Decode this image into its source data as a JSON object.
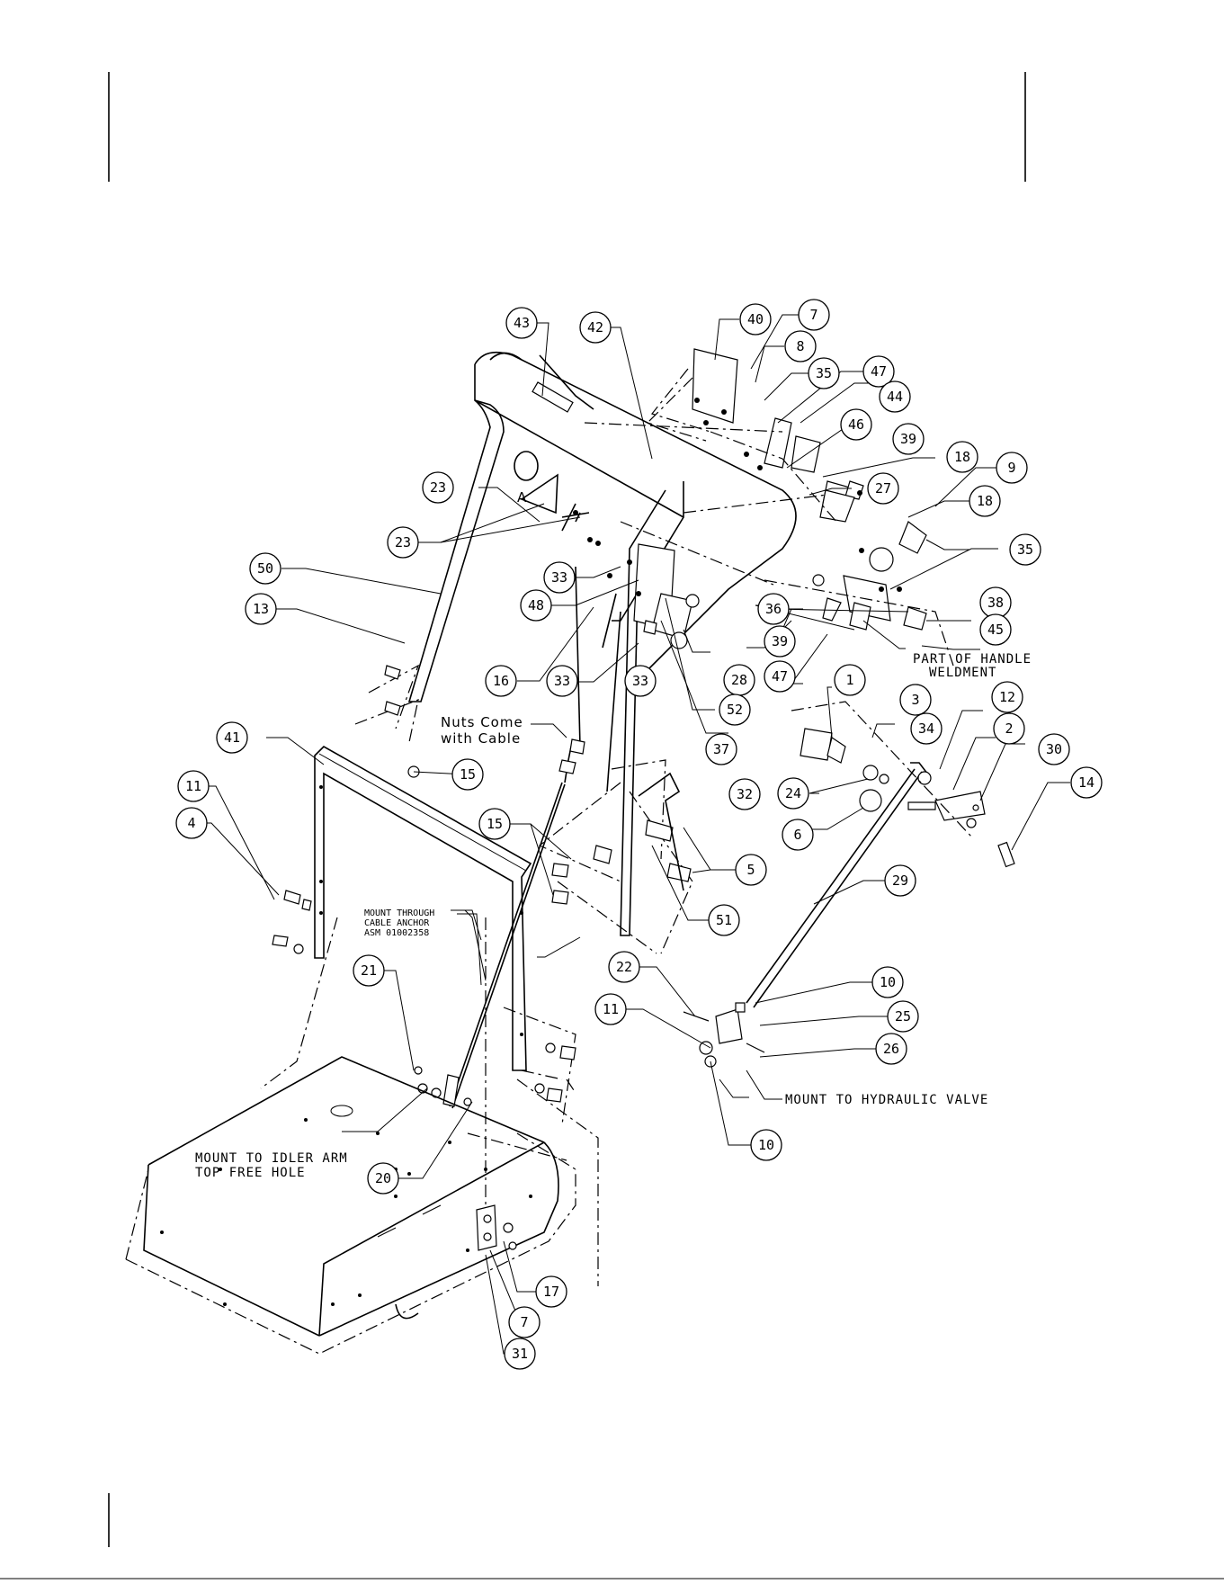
{
  "callouts": [
    "43",
    "42",
    "40",
    "7",
    "8",
    "35",
    "47",
    "44",
    "46",
    "39",
    "18",
    "9",
    "27",
    "18",
    "23",
    "23",
    "50",
    "13",
    "33",
    "48",
    "16",
    "33",
    "33",
    "28",
    "52",
    "37",
    "32",
    "36",
    "35",
    "39",
    "38",
    "47",
    "45",
    "1",
    "3",
    "34",
    "12",
    "2",
    "30",
    "14",
    "24",
    "6",
    "41",
    "11",
    "4",
    "15",
    "15",
    "5",
    "51",
    "29",
    "22",
    "11",
    "10",
    "25",
    "26",
    "10",
    "21",
    "20",
    "17",
    "7",
    "31"
  ],
  "notes": {
    "handle_weldment_1": "PART OF HANDLE",
    "handle_weldment_2": "WELDMENT",
    "nuts_1": "Nuts Come",
    "nuts_2": "with Cable",
    "cable_anchor_1": "MOUNT THROUGH",
    "cable_anchor_2": "CABLE ANCHOR",
    "cable_anchor_3": "ASM 01002358",
    "idler_1": "MOUNT TO IDLER ARM",
    "idler_2": "TOP FREE HOLE",
    "hydraulic": "MOUNT TO HYDRAULIC VALVE"
  }
}
